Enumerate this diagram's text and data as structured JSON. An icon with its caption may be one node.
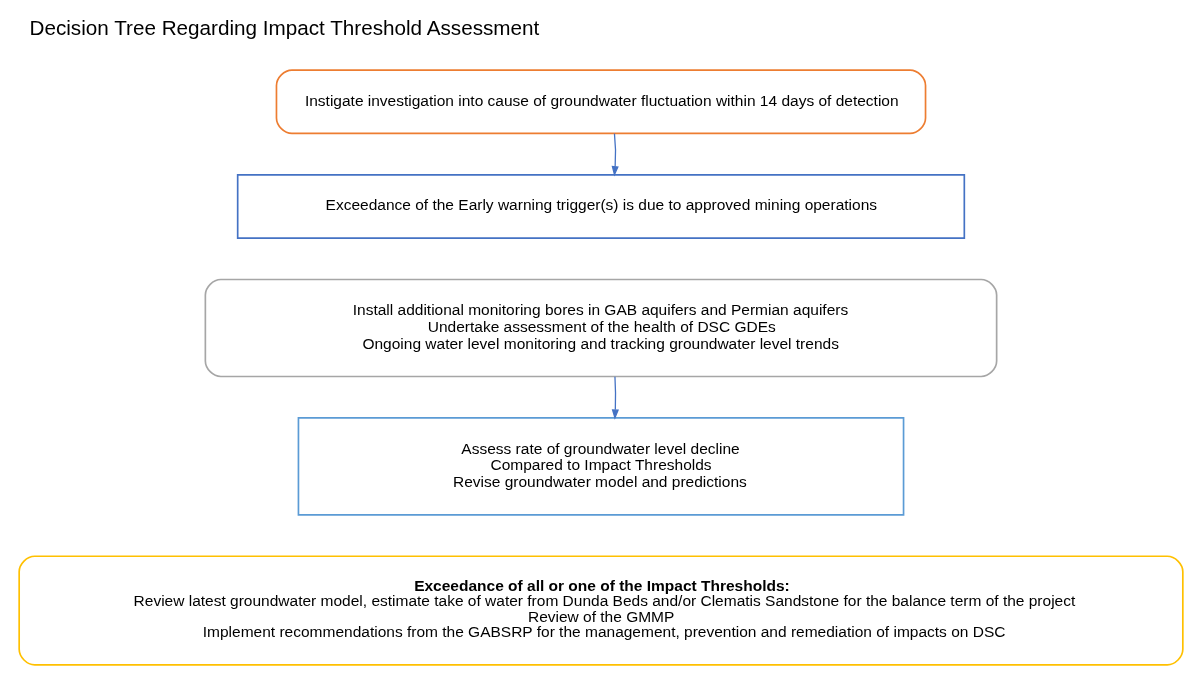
{
  "diagram": {
    "title": "Decision Tree Regarding Impact Threshold Assessment",
    "nodes": [
      {
        "text": [
          "Instigate investigation into cause of groundwater fluctuation within 14 days of detection"
        ]
      },
      {
        "text": [
          "Exceedance of the Early warning trigger(s) is due to approved mining operations"
        ]
      },
      {
        "text": [
          "Install additional monitoring bores in GAB aquifers and Permian aquifers",
          "Undertake assessment of the health of DSC GDEs",
          "Ongoing water level monitoring and tracking groundwater level trends"
        ]
      },
      {
        "text": [
          "Assess rate of groundwater level decline",
          "Compared to Impact Thresholds",
          "Revise groundwater model and predictions"
        ]
      },
      {
        "text": [
          "Exceedance of all or one of the Impact Thresholds:",
          "Review latest groundwater model, estimate take of water from Dunda Beds and/or Clematis Sandstone for the balance term of the project",
          "Review of the GMMP",
          "Implement recommendations from the GABSRP for the management, prevention and remediation of impacts on DSC"
        ]
      }
    ],
    "edges": [
      {
        "from": 0,
        "to": 1,
        "arrow": "to"
      },
      {
        "from": 2,
        "to": 3,
        "arrow": "to"
      }
    ]
  }
}
